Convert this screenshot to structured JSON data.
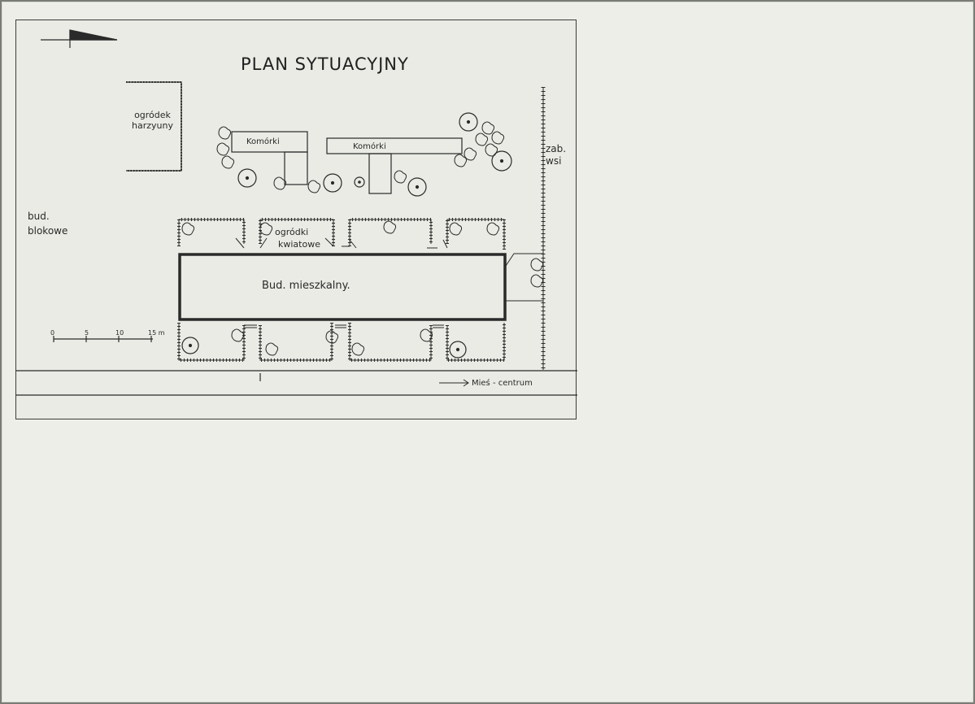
{
  "title": "PLAN SYTUACYJNY",
  "labels": {
    "herb_garden_1": "ogródek",
    "herb_garden_2": "harzyuny",
    "sheds_left": "Komórki",
    "sheds_right": "Komórki",
    "block_buildings_1": "bud.",
    "block_buildings_2": "blokowe",
    "flower_gardens_1": "ogródki",
    "flower_gardens_2": "kwiatowe",
    "residential_building": "Bud. mieszkalny.",
    "village_buildings_1": "zab.",
    "village_buildings_2": "wsi",
    "direction": "Mieś - centrum"
  },
  "scale_bar": {
    "ticks": [
      "0",
      "5",
      "10",
      "15 m"
    ]
  },
  "colors": {
    "ink": "#2a2a2a",
    "paper": "#e9ebe4"
  }
}
